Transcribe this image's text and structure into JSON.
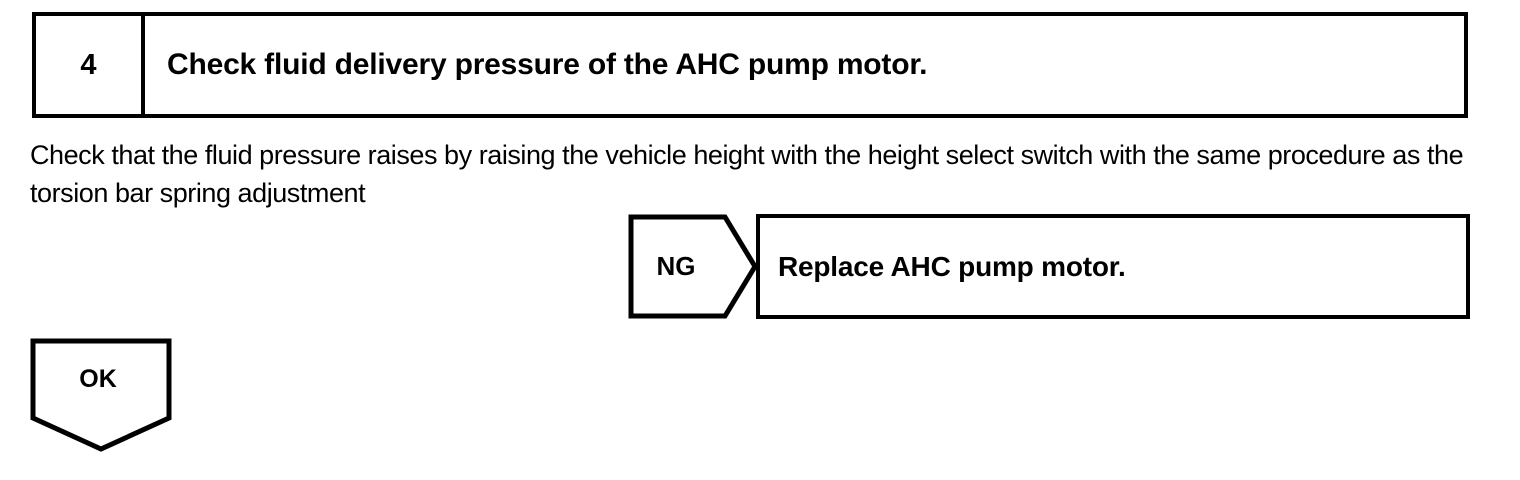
{
  "step": {
    "number": "4",
    "title": "Check fluid delivery pressure of the AHC pump motor."
  },
  "instruction": {
    "text": "Check that the fluid pressure raises by raising the vehicle height with the height select switch with the same procedure as the torsion bar spring adjustment"
  },
  "branches": {
    "ng": {
      "label": "NG",
      "action": "Replace AHC pump motor."
    },
    "ok": {
      "label": "OK"
    }
  },
  "colors": {
    "ink": "#000000",
    "paper": "#ffffff"
  }
}
